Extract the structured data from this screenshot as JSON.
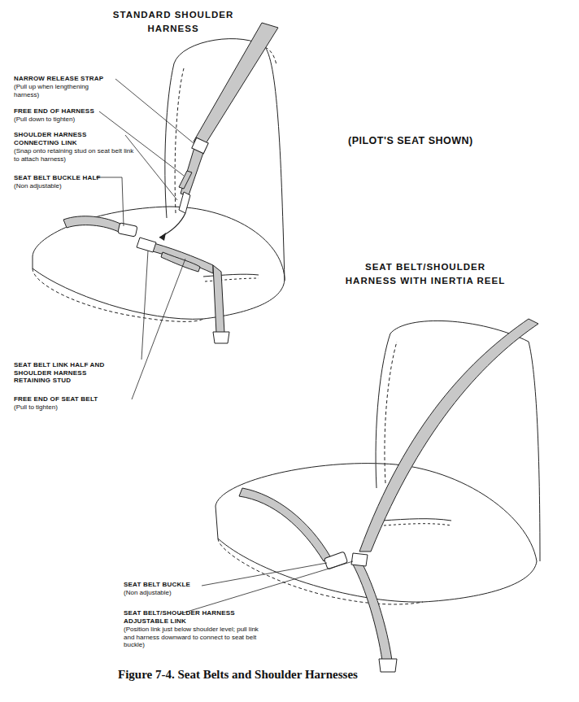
{
  "diagram": {
    "caption": "Figure 7-4. Seat Belts and Shoulder Harnesses",
    "labels": [
      "STANDARD SHOULDER HARNESS",
      "NARROW RELEASE STRAP",
      "(Pull up when lengthening harness)",
      "FREE END OF HARNESS",
      "(Pull down to tighten)",
      "SHOULDER HARNESS CONNECTING LINK",
      "(Snap onto retaining stud on seat belt link to attach harness)",
      "SEAT BELT BUCKLE HALF",
      "(Non adjustable)",
      "SEAT BELT LINK HALF AND SHOULDER HARNESS RETAINING STUD",
      "FREE END OF SEAT BELT",
      "(Pull to tighten)",
      "(PILOT'S SEAT SHOWN)",
      "SEAT BELT/SHOULDER HARNESS WITH INERTIA REEL",
      "SEAT BELT BUCKLE",
      "(Non adjustable)",
      "SEAT BELT/SHOULDER HARNESS ADJUSTABLE LINK",
      "(Position link just below shoulder level; pull link and harness downward to connect to seat belt buckle)"
    ]
  }
}
